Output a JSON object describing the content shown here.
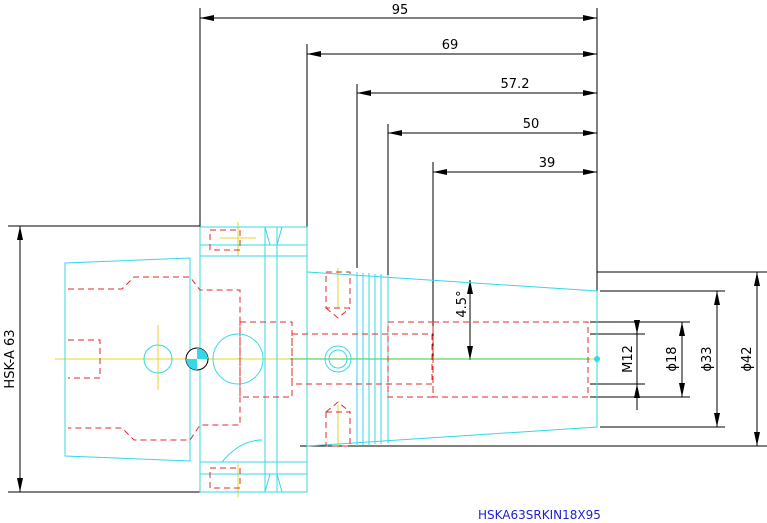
{
  "dimensions": {
    "horizontal": [
      "95",
      "69",
      "57.2",
      "50",
      "39"
    ],
    "vertical_left": "HSK-A 63",
    "vertical_right": [
      "M12",
      "ϕ18",
      "ϕ33",
      "ϕ42"
    ],
    "angle": "4.5°"
  },
  "caption": "HSKA63SRKIN18X95",
  "colors": {
    "outline": "#35d8e6",
    "hidden": "#e32a2a",
    "dimension": "#000000",
    "centerline": "#e6d62b",
    "accent_green": "#37c837",
    "caption": "#1f1fd1"
  }
}
